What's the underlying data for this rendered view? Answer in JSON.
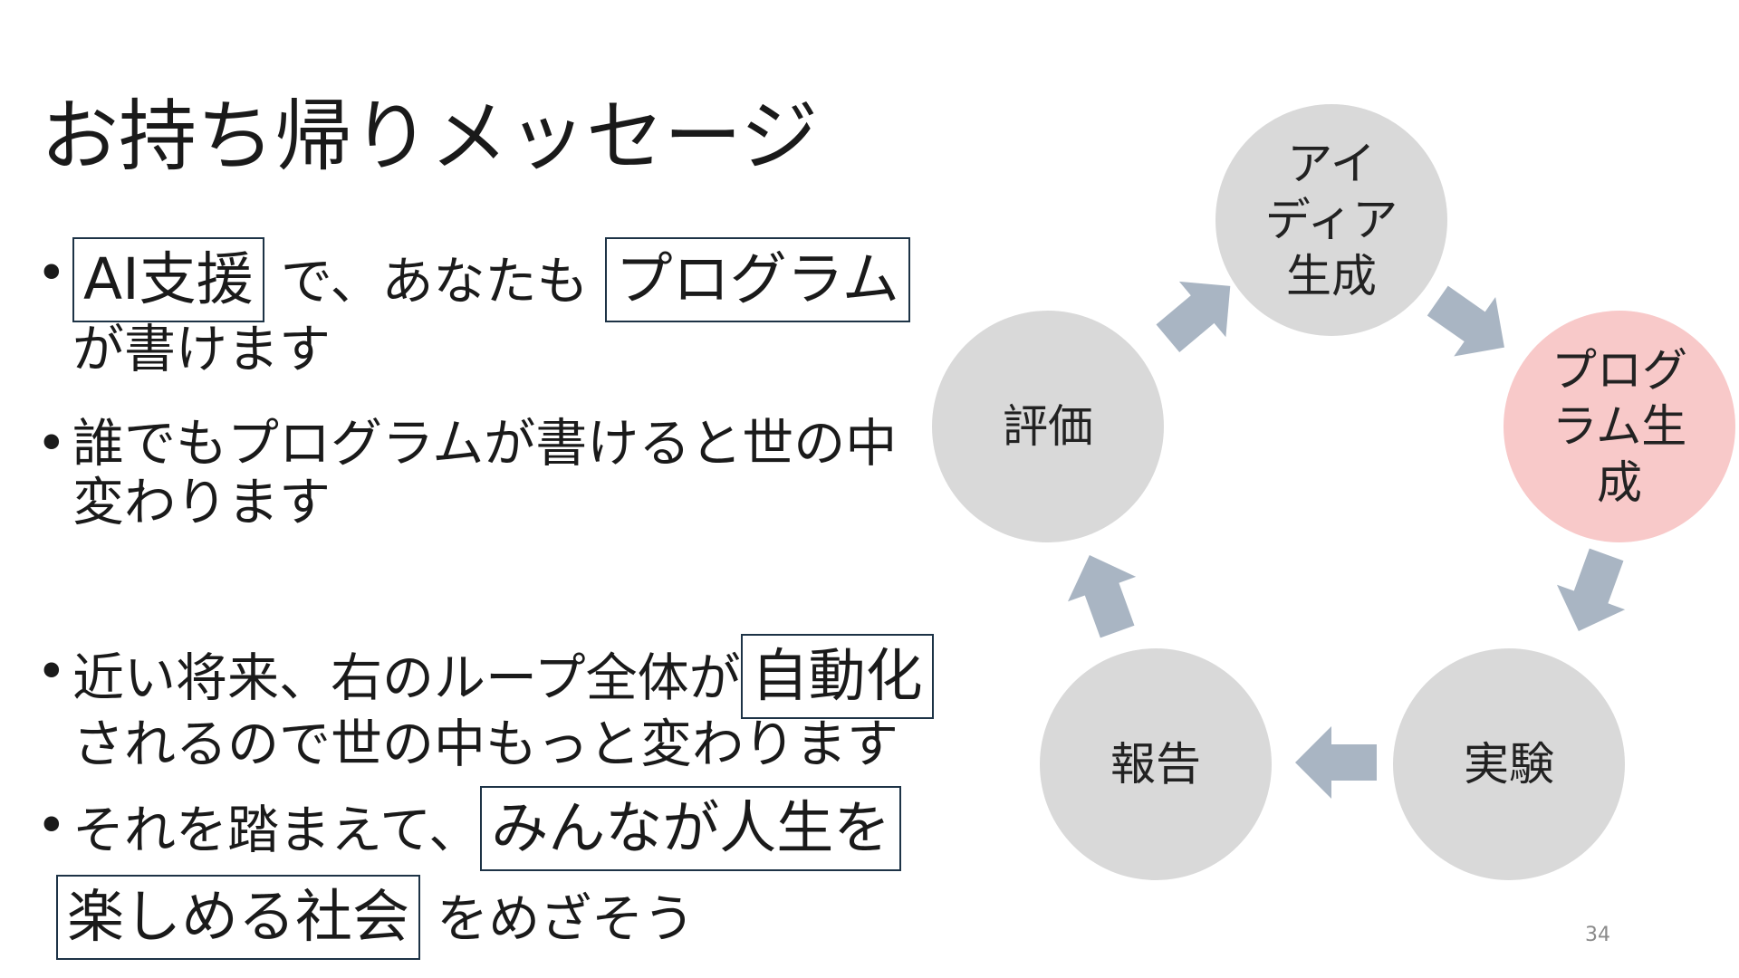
{
  "slide": {
    "title": "お持ち帰りメッセージ",
    "page_number": "34"
  },
  "bullets": [
    {
      "line1_boxed": "AI支援",
      "line1_text": "で、あなたも",
      "line1_boxed2": "プログラム",
      "line2_text": "が書けます"
    },
    {
      "line1_text": "誰でもプログラムが書けると世の中",
      "line2_text": "変わります"
    },
    {
      "line1_text": "近い将来、右のループ全体が",
      "line1_boxed": "自動化",
      "line2_text": "されるので世の中もっと変わります"
    },
    {
      "line1_text": "それを踏まえて、",
      "line1_boxed": "みんなが人生を",
      "line2_boxed": "楽しめる社会",
      "line2_text": "をめざそう"
    }
  ],
  "cycle": {
    "nodes": [
      {
        "label": "アイ\nディア\n生成",
        "active": false
      },
      {
        "label": "プログ\nラム生\n成",
        "active": true
      },
      {
        "label": "実験",
        "active": false
      },
      {
        "label": "報告",
        "active": false
      },
      {
        "label": "評価",
        "active": false
      }
    ],
    "colors": {
      "node": "#d9d9d9",
      "active_node": "#f8c9c9",
      "arrow": "#a9b5c3",
      "box_border": "#1d3346"
    }
  }
}
